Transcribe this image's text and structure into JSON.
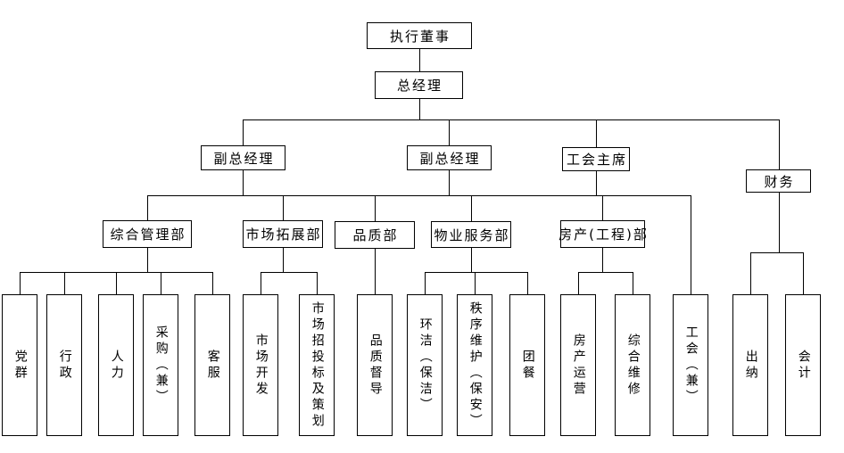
{
  "diagram": {
    "type": "organization-chart",
    "colors": {
      "background": "#ffffff",
      "line": "#000000",
      "box_border": "#000000",
      "text": "#000000"
    }
  },
  "nodes": {
    "executive_director": "执行董事",
    "general_manager": "总经理",
    "deputy_gm_1": "副总经理",
    "deputy_gm_2": "副总经理",
    "union_chairman": "工会主席",
    "finance": "财务",
    "general_management_dept": "综合管理部",
    "market_expansion_dept": "市场拓展部",
    "quality_dept": "品质部",
    "property_service_dept": "物业服务部",
    "real_estate_engineering_dept": "房产(工程)部",
    "party_masses": "党群",
    "administration": "行政",
    "human_resources": "人力",
    "procurement": "采购（兼）",
    "customer_service": "客服",
    "market_development": "市场开发",
    "market_bidding_planning": "市场招投标及策划",
    "quality_supervision": "品质督导",
    "cleaning": "环洁（保洁）",
    "order_maintenance": "秩序维护（保安）",
    "group_catering": "团餐",
    "real_estate_operation": "房产运营",
    "comprehensive_maintenance": "综合维修",
    "labor_union": "工会（兼）",
    "cashier": "出纳",
    "accounting": "会计"
  },
  "edges": [
    {
      "from": "executive_director",
      "to": [
        "general_manager"
      ]
    },
    {
      "from": "general_manager",
      "to": [
        "deputy_gm_1",
        "deputy_gm_2",
        "union_chairman",
        "finance"
      ]
    },
    {
      "from": "deputy_gm_1,deputy_gm_2,union_chairman",
      "to": [
        "general_management_dept",
        "market_expansion_dept",
        "quality_dept",
        "property_service_dept",
        "real_estate_engineering_dept",
        "labor_union"
      ]
    },
    {
      "from": "general_management_dept",
      "to": [
        "party_masses",
        "administration",
        "human_resources",
        "procurement",
        "customer_service"
      ]
    },
    {
      "from": "market_expansion_dept",
      "to": [
        "market_development",
        "market_bidding_planning"
      ]
    },
    {
      "from": "quality_dept",
      "to": [
        "quality_supervision"
      ]
    },
    {
      "from": "property_service_dept",
      "to": [
        "cleaning",
        "order_maintenance",
        "group_catering"
      ]
    },
    {
      "from": "real_estate_engineering_dept",
      "to": [
        "real_estate_operation",
        "comprehensive_maintenance"
      ]
    },
    {
      "from": "finance",
      "to": [
        "cashier",
        "accounting"
      ]
    }
  ]
}
